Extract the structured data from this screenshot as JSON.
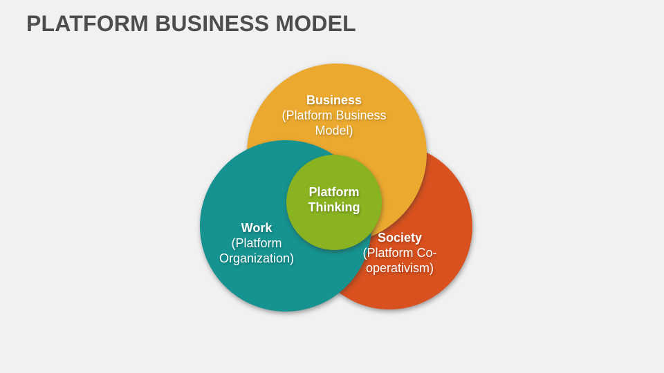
{
  "slide": {
    "title": "PLATFORM BUSINESS MODEL"
  },
  "colors": {
    "background": "#F1F1F2",
    "title_text": "#4D4D4D",
    "label_text": "#FFFFFF",
    "business_circle": "#EBA92F",
    "work_circle": "#169390",
    "society_circle": "#D8511F",
    "center_circle": "#89B321"
  },
  "venn": {
    "business": {
      "label": "Business",
      "sublabel_line1": "(Platform Business",
      "sublabel_line2": "Model)"
    },
    "work": {
      "label": "Work",
      "sublabel_line1": "(Platform",
      "sublabel_line2": "Organization)"
    },
    "society": {
      "label": "Society",
      "sublabel_line1": "(Platform Co-",
      "sublabel_line2": "operativism)"
    },
    "center": {
      "label_line1": "Platform",
      "label_line2": "Thinking"
    }
  }
}
